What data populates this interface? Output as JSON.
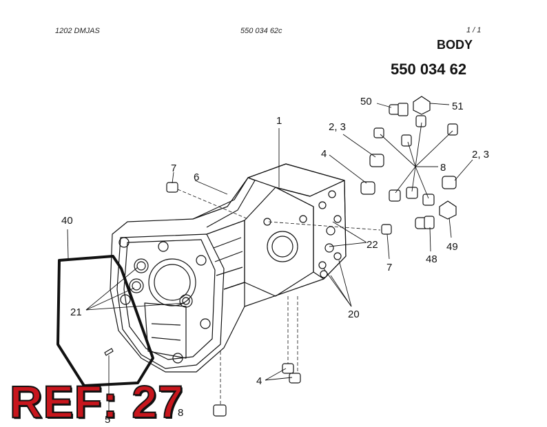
{
  "header": {
    "left_code": "1202 DMJAS",
    "center_code": "550 034 62c",
    "page": "1 /   1"
  },
  "title": {
    "name": "BODY",
    "number": "550 034 62"
  },
  "callouts": {
    "c1": "1",
    "c2_3a": "2, 3",
    "c2_3b": "2, 3",
    "c4a": "4",
    "c4b": "4",
    "c5": "5",
    "c6": "6",
    "c7a": "7",
    "c7b": "7",
    "c8a": "8",
    "c8b": "8",
    "c20": "20",
    "c21": "21",
    "c22": "22",
    "c40": "40",
    "c48": "48",
    "c49": "49",
    "c50": "50",
    "c51": "51"
  },
  "ref_label": "REF: 27",
  "colors": {
    "ink": "#111111",
    "ref_red": "#c8161d"
  }
}
